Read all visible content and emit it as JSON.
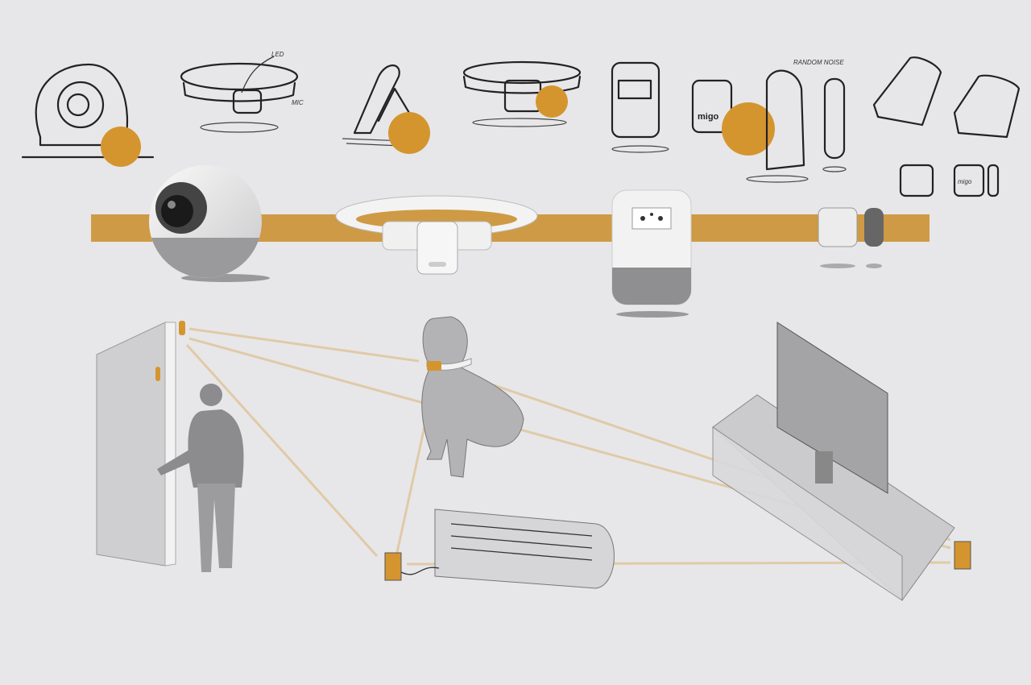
{
  "colors": {
    "background": "#e7e7e9",
    "accent": "#d4952f",
    "band": "#cf9a45",
    "signal_lines": "#e0c7a0"
  },
  "sketches": {
    "collar_labels": {
      "led": "LED",
      "mic": "MIC"
    },
    "plug_label": "RANDOM NOISE",
    "brand": "migo"
  }
}
